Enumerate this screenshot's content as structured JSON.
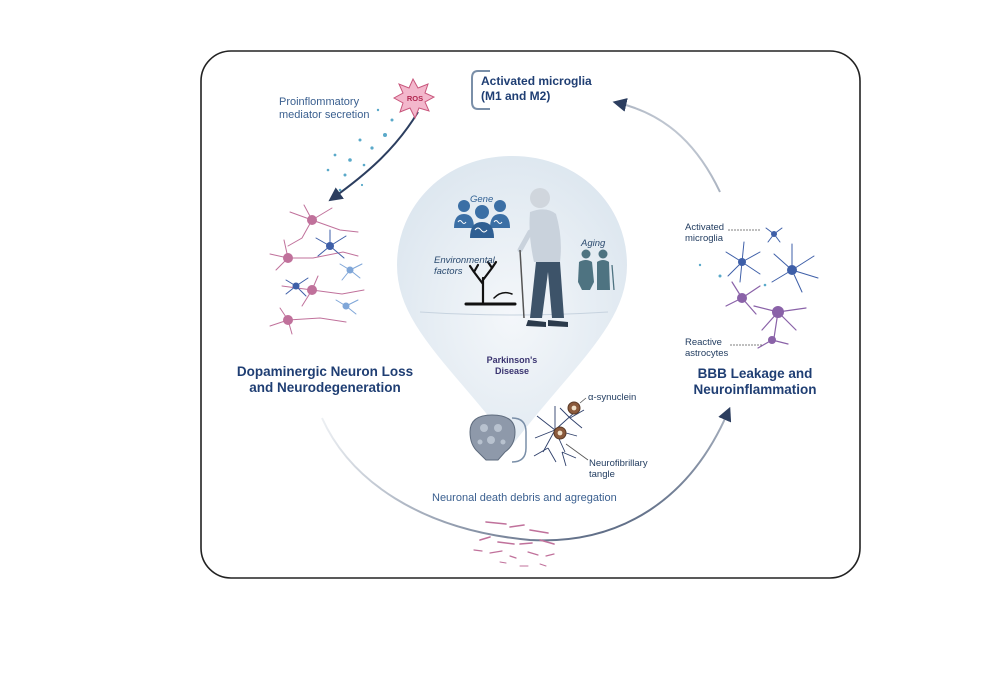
{
  "labels": {
    "activated_microglia_top_1": "Activated microglia",
    "activated_microglia_top_2": "(M1 and M2)",
    "proinflammatory_1": "Proinflommatory",
    "proinflammatory_2": "mediator secretion",
    "ros": "ROS",
    "gene": "Gene",
    "environmental_1": "Environmental",
    "environmental_2": "factors",
    "aging": "Aging",
    "parkinsons_1": "Parkinson's",
    "parkinsons_2": "Disease",
    "dopaminergic_1": "Dopaminergic Neuron Loss",
    "dopaminergic_2": "and Neurodegeneration",
    "bbb_1": "BBB Leakage and",
    "bbb_2": "Neuroinflammation",
    "activated_microglia_right_1": "Activated",
    "activated_microglia_right_2": "microglia",
    "reactive_astrocytes_1": "Reactive",
    "reactive_astrocytes_2": "astrocytes",
    "alpha_synuclein": "α-synuclein",
    "neurofibrillary_1": "Neurofibrillary",
    "neurofibrillary_2": "tangle",
    "debris": "Neuronal death debris and agregation"
  },
  "colors": {
    "frame": "#222222",
    "title_blue": "#1f3e73",
    "label_blue": "#3a5f8f",
    "arrow": "#2c3e5f",
    "drop_bg": "#e3ebf3",
    "neuron_pink": "#c0719b",
    "neuron_blue": "#3e5fa8",
    "astro_purple": "#8a62a8",
    "person_gray": "#6a7d92",
    "gene_blue": "#3b6fa5",
    "aging_teal": "#4e7381",
    "ros_pink": "#f3b7cc"
  },
  "icons": [
    "ros-burst-icon",
    "gene-dna-icon",
    "dead-tree-icon",
    "elderly-person-icon",
    "elderly-couple-icon",
    "brain-section-icon",
    "neuron-cluster-icon",
    "microglia-cluster-icon",
    "synuclein-aggregate-icon",
    "debris-icon"
  ]
}
